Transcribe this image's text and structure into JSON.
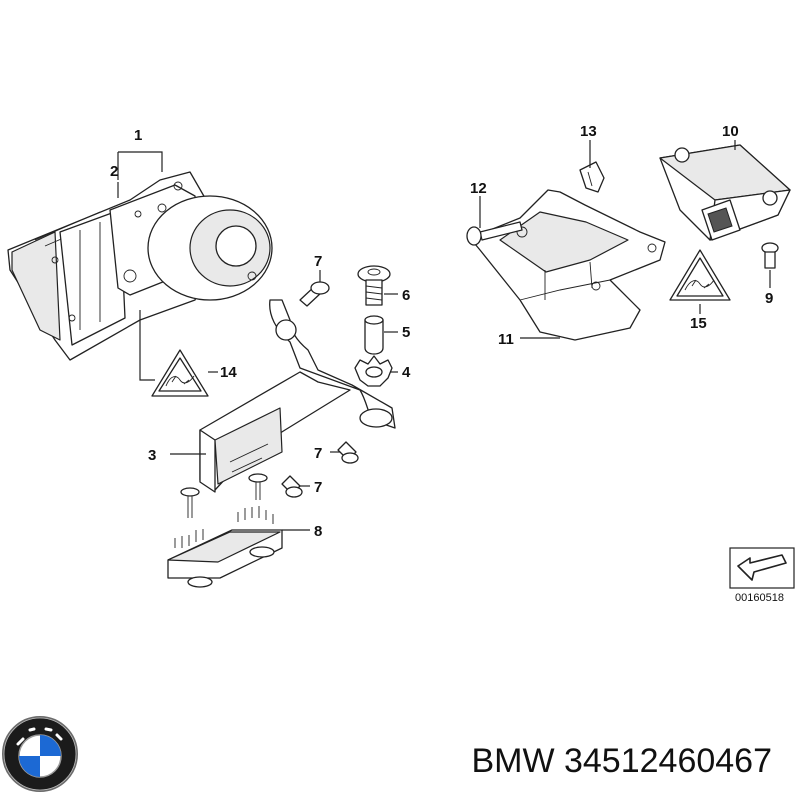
{
  "diagram_code": "00160518",
  "callouts": {
    "c1": "1",
    "c2": "2",
    "c3": "3",
    "c4": "4",
    "c5": "5",
    "c6": "6",
    "c7a": "7",
    "c7b": "7",
    "c7c": "7",
    "c8": "8",
    "c9": "9",
    "c10": "10",
    "c11": "11",
    "c12": "12",
    "c13": "13",
    "c14": "14",
    "c15": "15"
  },
  "caption": {
    "brand": "BMW",
    "part_number": "34512460467"
  },
  "colors": {
    "line": "#222222",
    "background": "#ffffff",
    "logo_blue": "#1c69d4"
  },
  "icons": [
    "bmw-logo",
    "direction-arrow-icon",
    "warning-triangle-icon"
  ]
}
